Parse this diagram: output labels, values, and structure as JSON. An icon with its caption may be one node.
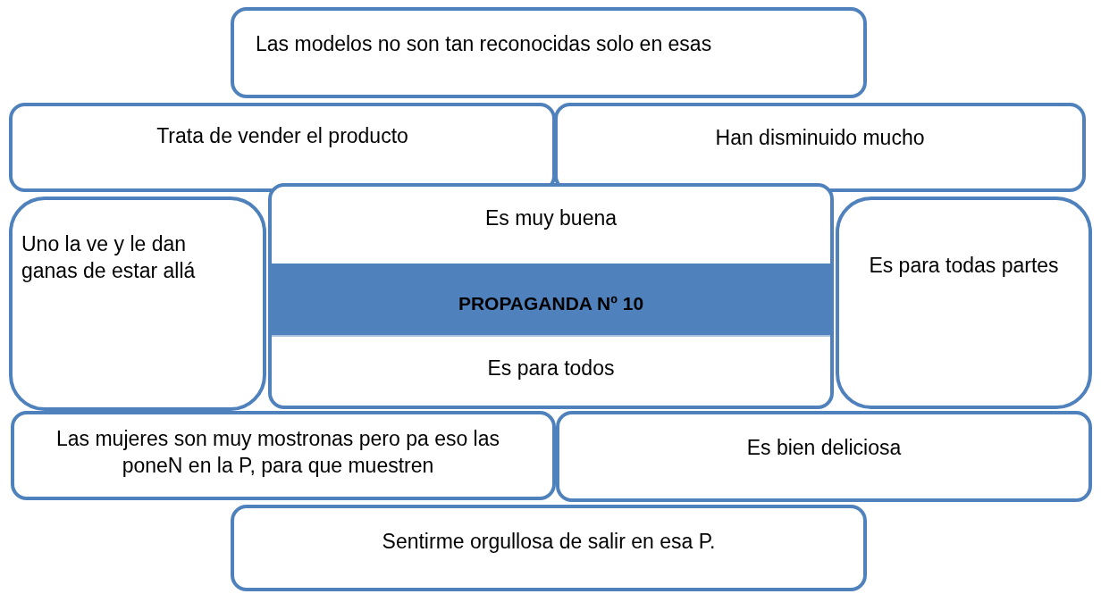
{
  "diagram": {
    "nodes": [
      {
        "text": [
          "Las modelos no son tan reconocidas solo en esas"
        ]
      },
      {
        "text": [
          "Trata de vender el producto"
        ]
      },
      {
        "text": [
          "Han disminuido mucho"
        ]
      },
      {
        "text": [
          "Uno la ve y le dan ganas de estar allá"
        ]
      },
      {
        "text": [
          "Es muy buena",
          "Es para todos"
        ]
      },
      {
        "text": [
          "PROPAGANDA Nº 10"
        ],
        "in": 4
      },
      {
        "text": [
          "Es para todas partes"
        ]
      },
      {
        "text": [
          "Las mujeres son muy mostronas pero pa eso las poneN en la P, para que muestren"
        ]
      },
      {
        "text": [
          "Es bien deliciosa"
        ]
      },
      {
        "text": [
          "Sentirme orgullosa de salir en esa P."
        ]
      }
    ],
    "edges": []
  }
}
